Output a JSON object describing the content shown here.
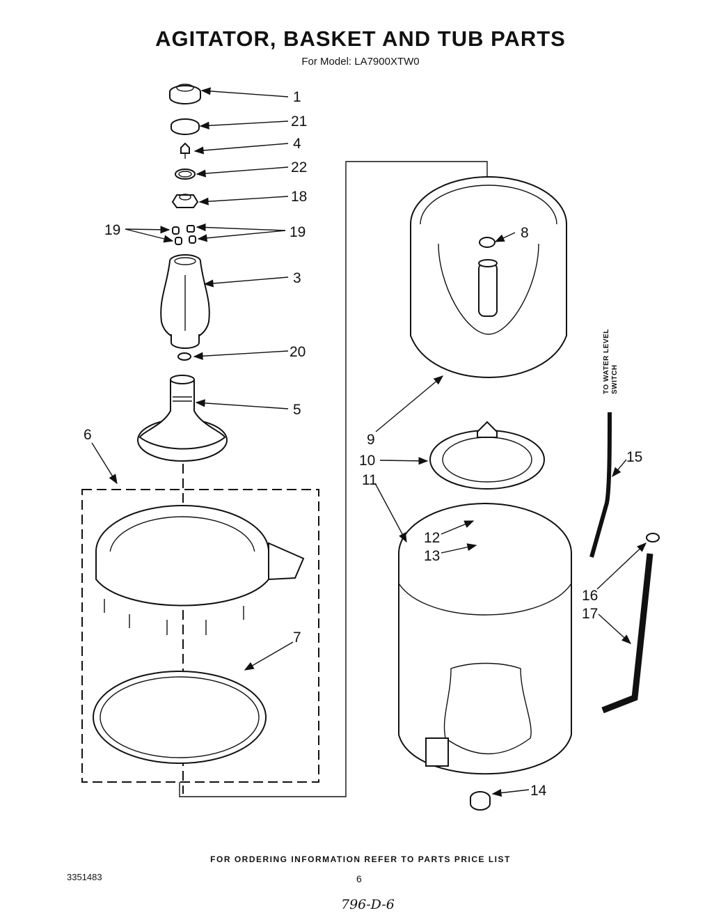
{
  "title": "AGITATOR, BASKET AND TUB PARTS",
  "subtitle": "For Model: LA7900XTW0",
  "side_label_line1": "TO WATER LEVEL",
  "side_label_line2": "SWITCH",
  "footer": "FOR ORDERING INFORMATION REFER TO PARTS PRICE LIST",
  "doc_number": "3351483",
  "page_number": "6",
  "handwritten_code": "796-D-6",
  "callouts": {
    "c1": "1",
    "c21": "21",
    "c4": "4",
    "c22": "22",
    "c18": "18",
    "c19_left": "19",
    "c19_right": "19",
    "c3": "3",
    "c20": "20",
    "c5": "5",
    "c6": "6",
    "c7": "7",
    "c8": "8",
    "c9": "9",
    "c10": "10",
    "c11": "11",
    "c12": "12",
    "c13": "13",
    "c14": "14",
    "c15": "15",
    "c16": "16",
    "c17": "17"
  }
}
